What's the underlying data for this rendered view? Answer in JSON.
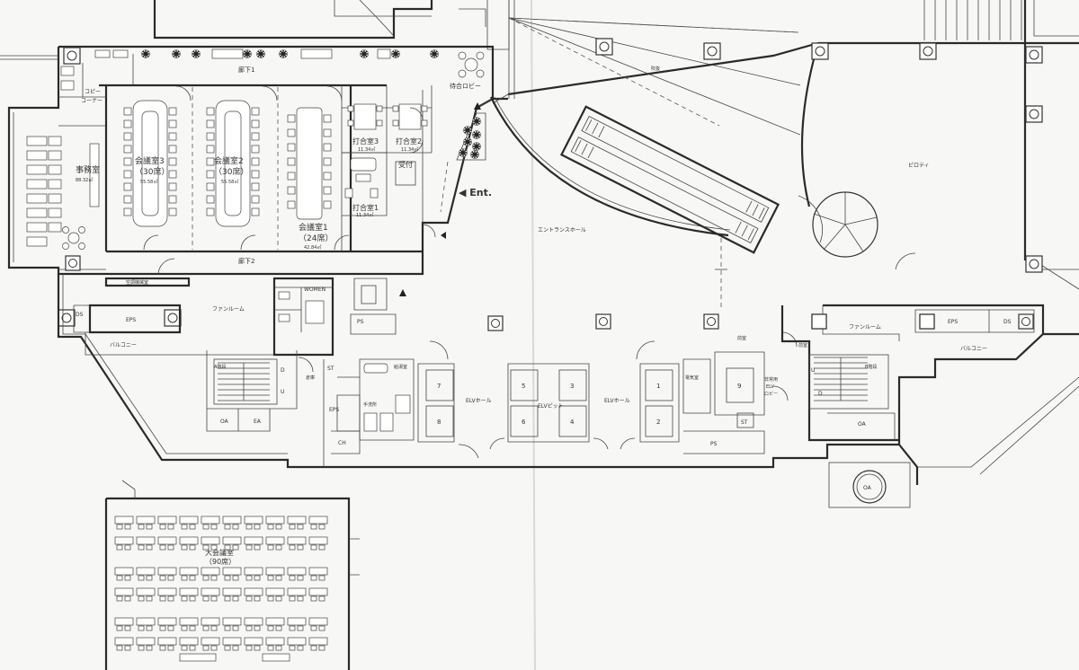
{
  "labels": {
    "corridor1": "廊下1",
    "corridor2": "廊下2",
    "waiting_lobby": "待合ロビー",
    "copy_corner_1": "コピー",
    "copy_corner_2": "コーナー",
    "office": "事務室",
    "office_area": "88.32㎡",
    "conf3": "会議室3",
    "conf3_seats": "（30席）",
    "conf3_area": "55.58㎡",
    "conf2": "会議室2",
    "conf2_seats": "（30席）",
    "conf2_area": "55.58㎡",
    "conf1": "会議室1",
    "conf1_seats": "（24席）",
    "conf1_area": "42.84㎡",
    "meet3": "打合室3",
    "meet3_area": "11.34㎡",
    "meet2": "打合室2",
    "meet2_area": "11.34㎡",
    "meet1": "打合室1",
    "meet1_area": "11.34㎡",
    "reception": "受付",
    "entrance": "◀ Ent.",
    "entrance_hall": "エントランスホール",
    "piloti": "ピロティ",
    "void": "吹抜",
    "women": "WOMEN",
    "ps": "PS",
    "control_room": "空調機械室",
    "ds_left": "DS",
    "eps_left": "EPS",
    "fan_room_left": "ファンルーム",
    "balcony_left": "バルコニー",
    "stair_a": "A階段",
    "stair_u": "U",
    "stair_d": "D",
    "oa_left": "OA",
    "ea_left": "EA",
    "st_left": "ST",
    "eps_mid": "EPS",
    "ch": "CH",
    "handwash": "手洗所",
    "kitchen": "給湯室",
    "storage": "倉庫",
    "elv_hall_left": "ELVホール",
    "elv_pit": "ELVピット",
    "elv_hall_right": "ELVホール",
    "elv7": "7",
    "elv8": "8",
    "elv5": "5",
    "elv6": "6",
    "elv3": "3",
    "elv4": "4",
    "elv1": "1",
    "elv2": "2",
    "elv9": "9",
    "elec_room": "電気室",
    "emergency_elv_1": "非常用",
    "emergency_elv_2": "ELV",
    "emergency_elv_3": "ロビー",
    "st_right": "ST",
    "ps_right": "PS",
    "front_room": "前室",
    "front_room2": "前室",
    "fan_room_right": "ファンルーム",
    "eps_right": "EPS",
    "ds_right": "DS",
    "balcony_right": "バルコニー",
    "stair_b": "B階段",
    "oa_right": "OA",
    "oa_circle": "OA",
    "grand_conf": "大会議室",
    "grand_conf_seats": "（90席）"
  },
  "colors": {
    "wall": "#333333",
    "paper": "#f7f7f5",
    "plant": "#222222"
  }
}
